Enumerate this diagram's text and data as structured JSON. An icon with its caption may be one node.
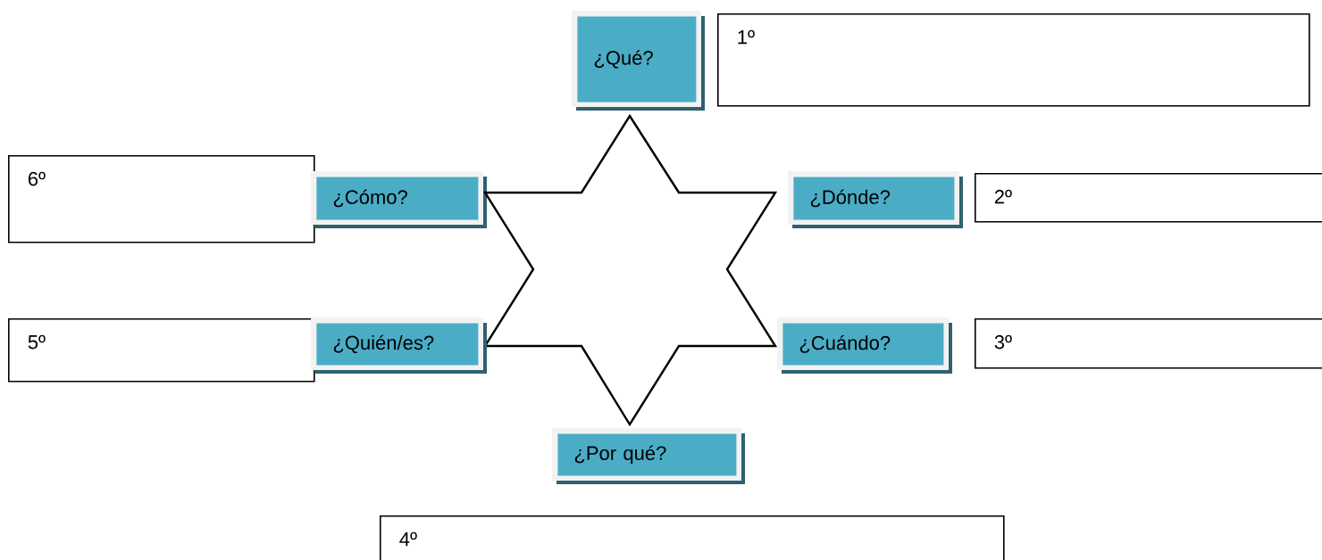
{
  "diagram": {
    "nodes": [
      {
        "text": [
          "¿Qué?"
        ]
      },
      {
        "text": [
          "1º"
        ]
      },
      {
        "text": [
          "6º"
        ]
      },
      {
        "text": [
          "¿Cómo?"
        ]
      },
      {
        "text": [
          "¿Dónde?"
        ]
      },
      {
        "text": [
          "2º"
        ]
      },
      {
        "text": [],
        "shape": "star"
      },
      {
        "text": [
          "5º"
        ]
      },
      {
        "text": [
          "¿Quién/es?"
        ]
      },
      {
        "text": [
          "¿Cuándo?"
        ]
      },
      {
        "text": [
          "3º"
        ]
      },
      {
        "text": [
          "¿Por qué?"
        ]
      },
      {
        "text": [
          "4º"
        ]
      }
    ]
  }
}
